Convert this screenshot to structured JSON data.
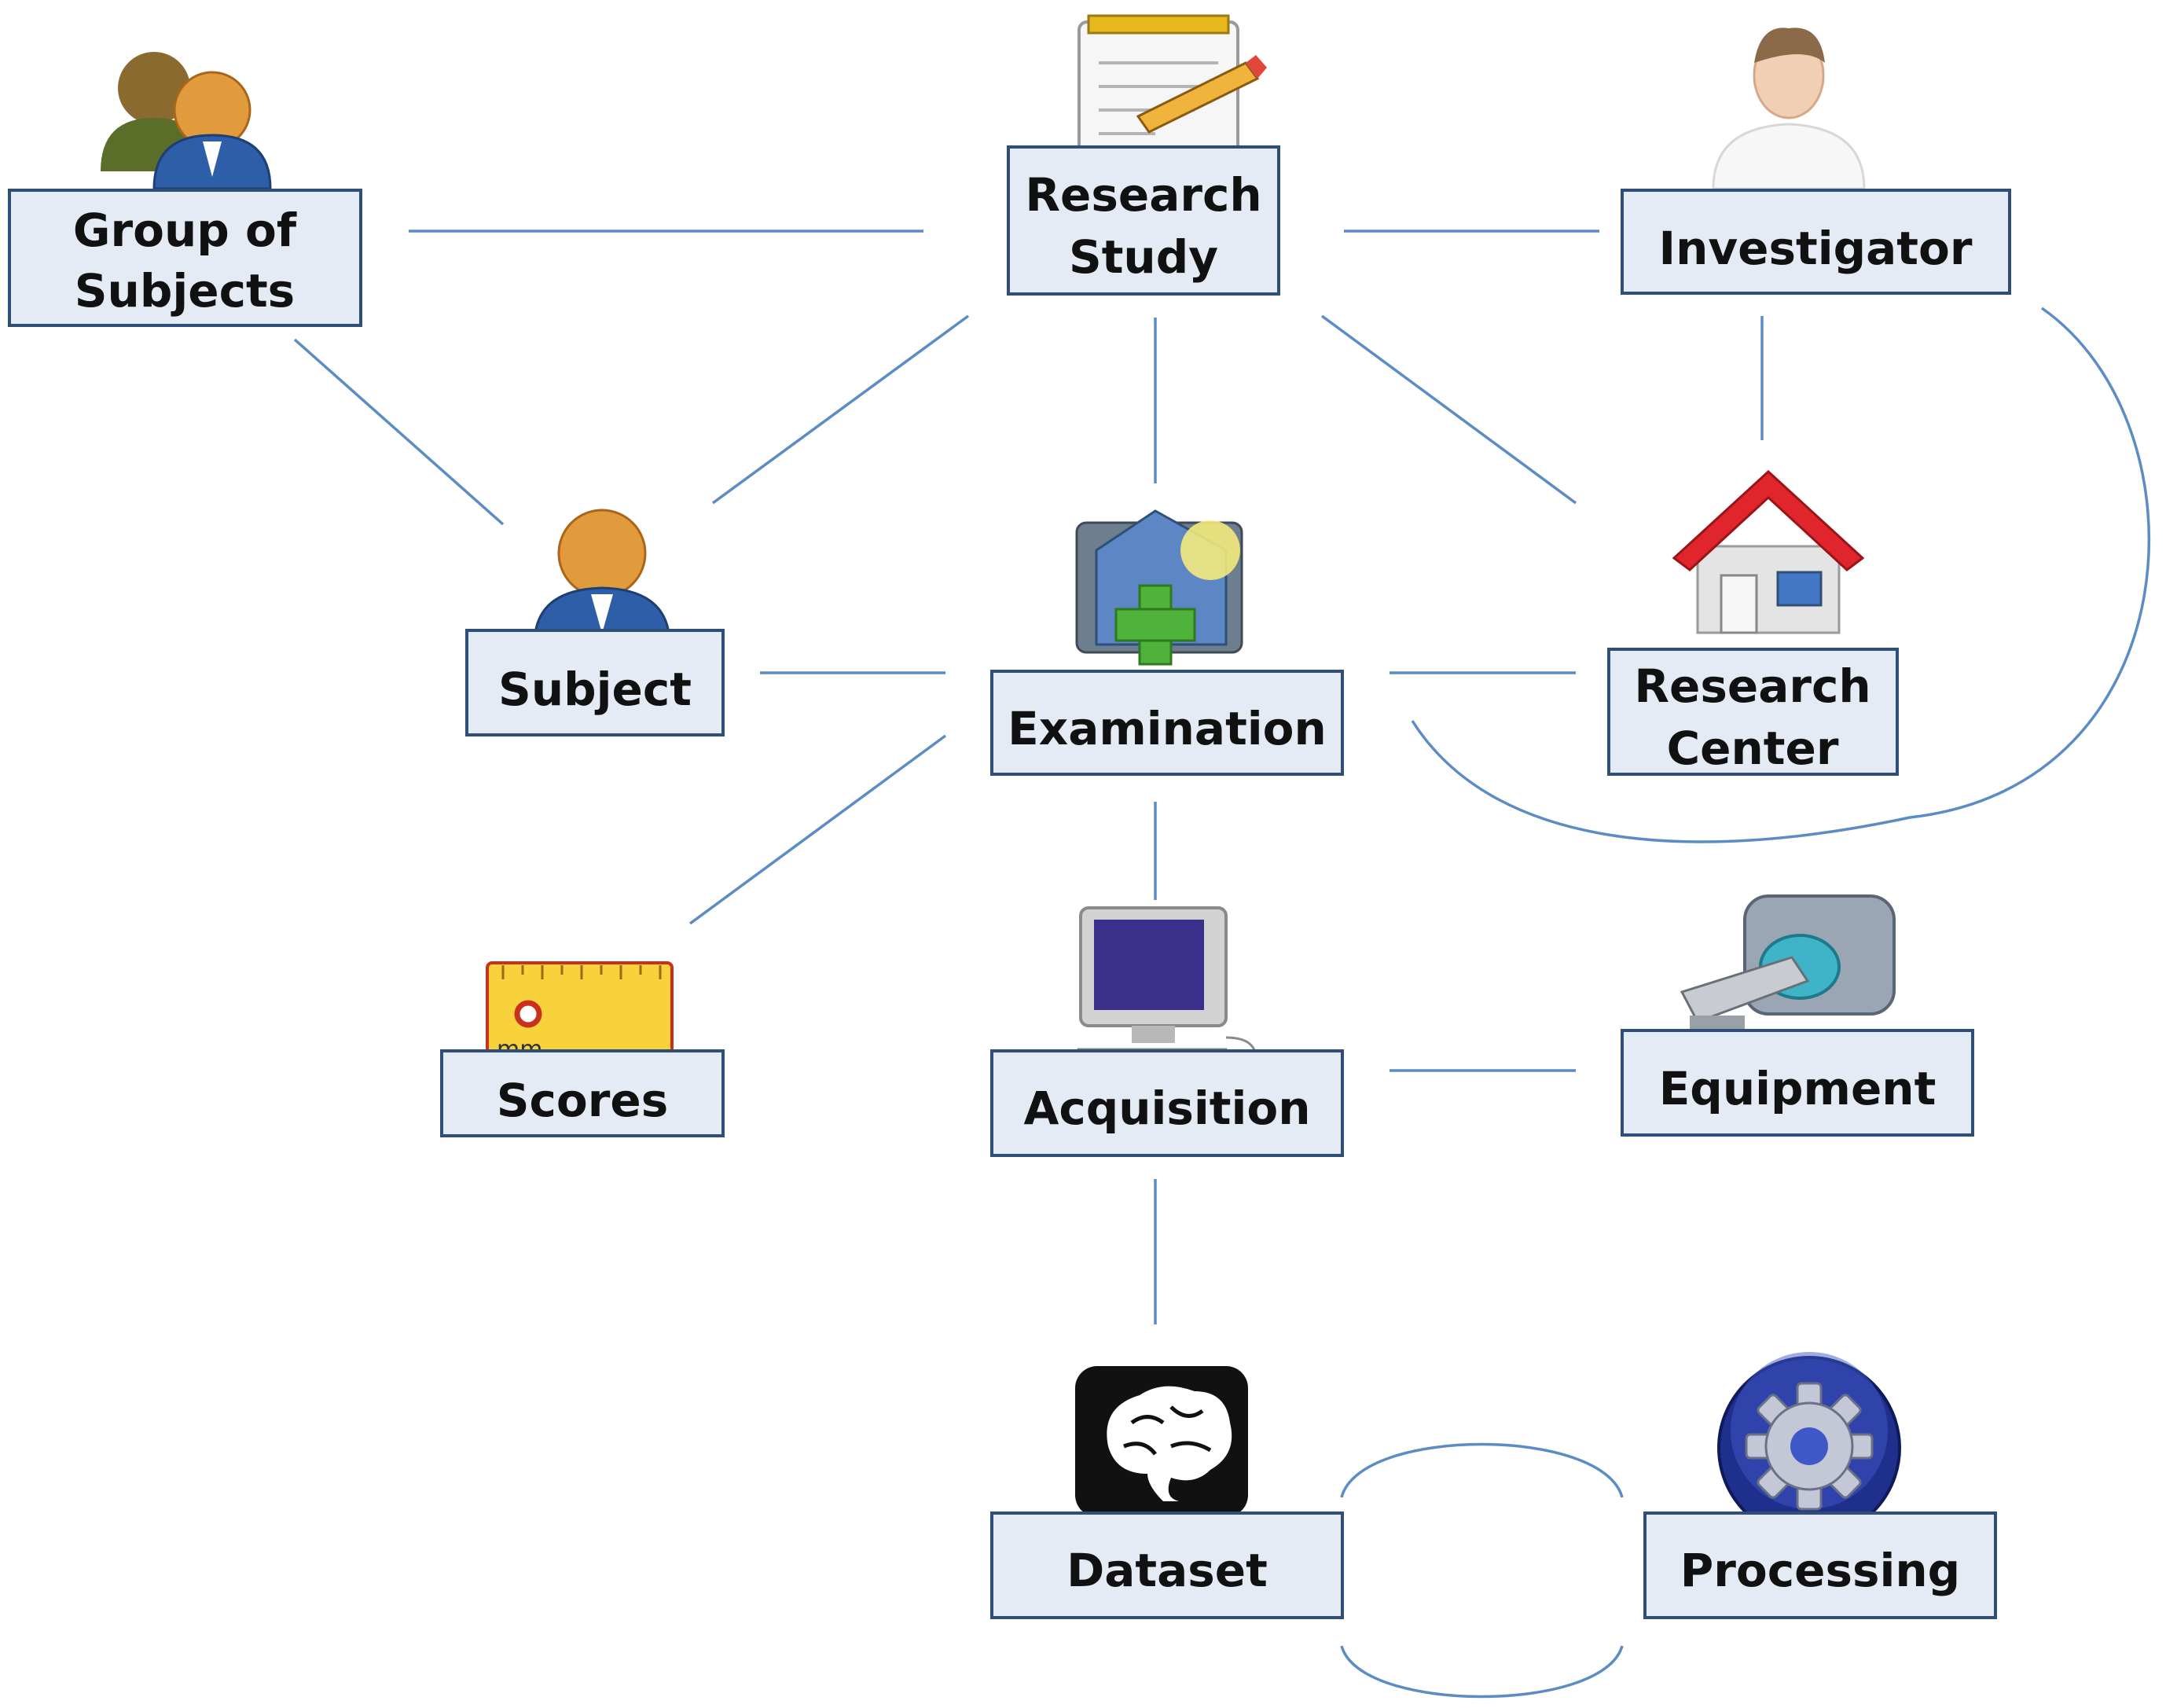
{
  "nodes": {
    "group_of_subjects": {
      "line1": "Group of",
      "line2": "Subjects"
    },
    "research_study": {
      "line1": "Research",
      "line2": "Study"
    },
    "investigator": {
      "label": "Investigator"
    },
    "subject": {
      "label": "Subject"
    },
    "examination": {
      "label": "Examination"
    },
    "research_center": {
      "line1": "Research",
      "line2": "Center"
    },
    "scores": {
      "label": "Scores",
      "ruler_unit": "mm"
    },
    "acquisition": {
      "label": "Acquisition"
    },
    "equipment": {
      "label": "Equipment"
    },
    "dataset": {
      "label": "Dataset"
    },
    "processing": {
      "label": "Processing"
    }
  },
  "icons": {
    "group_of_subjects": "group-of-people-icon",
    "research_study": "notepad-pencil-icon",
    "investigator": "person-icon",
    "subject": "person-icon",
    "examination": "folder-add-icon",
    "research_center": "house-icon",
    "scores": "ruler-icon",
    "acquisition": "computer-icon",
    "equipment": "scanner-icon",
    "dataset": "brain-icon",
    "processing": "gear-icon"
  },
  "colors": {
    "box_fill": "#e4ebf5",
    "box_border": "#2f4f78",
    "connector": "#5b8cc4"
  }
}
